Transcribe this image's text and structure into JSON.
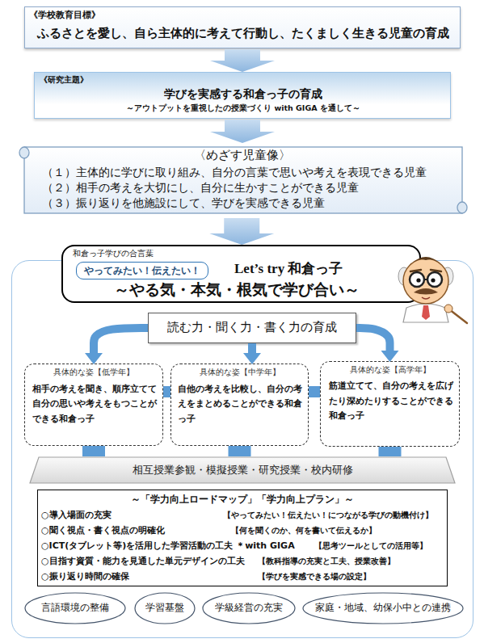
{
  "diagram": {
    "nodes": [
      {
        "text": [
          "《学校教育目標》",
          "ふるさとを愛し、自ら主体的に考えて行動し、たくましく生きる児童の育成"
        ]
      },
      {
        "text": [
          "《研究主題》",
          "学びを実感する和倉っ子の育成",
          "～アウトプットを重視したの授業づくり with GIGA を通して～"
        ]
      },
      {
        "text": [
          "〈めざす児童像〉",
          "（１）主体的に学びに取り組み、自分の言葉で思いや考えを表現できる児童",
          "（２）相手の考えを大切にし、自分に生かすことができる児童",
          "（３）振り返りを他施設にして、学びを実感できる児童"
        ]
      },
      {
        "text": []
      },
      {
        "text": [
          "和倉っ子学びの合言葉",
          "Let’s try 和倉っ子",
          "～やる気・本気・根気で学び合い～"
        ],
        "in": 3
      },
      {
        "text": [
          "やってみたい！伝えたい！"
        ],
        "in": 4
      },
      {
        "text": [
          "読む力・聞く力・書く力の育成"
        ],
        "in": 3
      },
      {
        "text": [
          "具体的な姿【低学年】",
          "相手の考えを聞き、順序立てて自分の思いや考えをもつことができる和倉っ子"
        ],
        "in": 3
      },
      {
        "text": [
          "具体的な姿【中学年】",
          "自他の考えを比較し、自分の考えをまとめることができる和倉っ子"
        ],
        "in": 3
      },
      {
        "text": [
          "具体的な姿【高学年】",
          "筋道立てて、自分の考えを広げたり深めたりすることができる和倉っ子"
        ],
        "in": 3
      },
      {
        "text": [
          "相互授業参観・模擬授業・研究授業・校内研修"
        ],
        "in": 3
      },
      {
        "text": [
          "～「学力向上ロードマップ」「学力向上プラン」～",
          "○導入場面の充実",
          "【やってみたい！伝えたい！につながる学びの動機付け】",
          "○聞く視点・書く視点の明確化",
          "【何を聞くのか、何を書いて伝えるか】",
          "○ICT(タブレット等)を活用した学習活動の工夫 ＊with GIGA",
          "【思考ツールとしての活用等】",
          "○目指す資質・能力を見通した単元デザインの工夫",
          "【教科指導の充実と工夫、授業改善】",
          "○振り返り時間の確保",
          "【学びを実感できる場の設定】"
        ],
        "in": 3
      },
      {
        "text": [
          "言語環境の整備"
        ],
        "in": 3
      },
      {
        "text": [
          "学習基盤"
        ],
        "in": 3
      },
      {
        "text": [
          "学級経営の充実"
        ],
        "in": 3
      },
      {
        "text": [
          "家庭・地域、幼保小中との連携"
        ],
        "in": 3
      }
    ],
    "edges": [
      {
        "from": 0,
        "to": 1,
        "arrow": "to"
      },
      {
        "from": 1,
        "to": 2,
        "arrow": "to"
      },
      {
        "from": 2,
        "to": 4,
        "arrow": "to"
      },
      {
        "from": 6,
        "to": 7,
        "arrow": "to"
      },
      {
        "from": 6,
        "to": 8,
        "arrow": "to"
      },
      {
        "from": 6,
        "to": 9,
        "arrow": "to"
      },
      {
        "from": 7,
        "to": 8,
        "arrow": "none"
      },
      {
        "from": 8,
        "to": 9,
        "arrow": "none"
      },
      {
        "from": 7,
        "to": 10,
        "arrow": "none"
      },
      {
        "from": 8,
        "to": 10,
        "arrow": "none"
      },
      {
        "from": 9,
        "to": 10,
        "arrow": "none"
      }
    ]
  }
}
